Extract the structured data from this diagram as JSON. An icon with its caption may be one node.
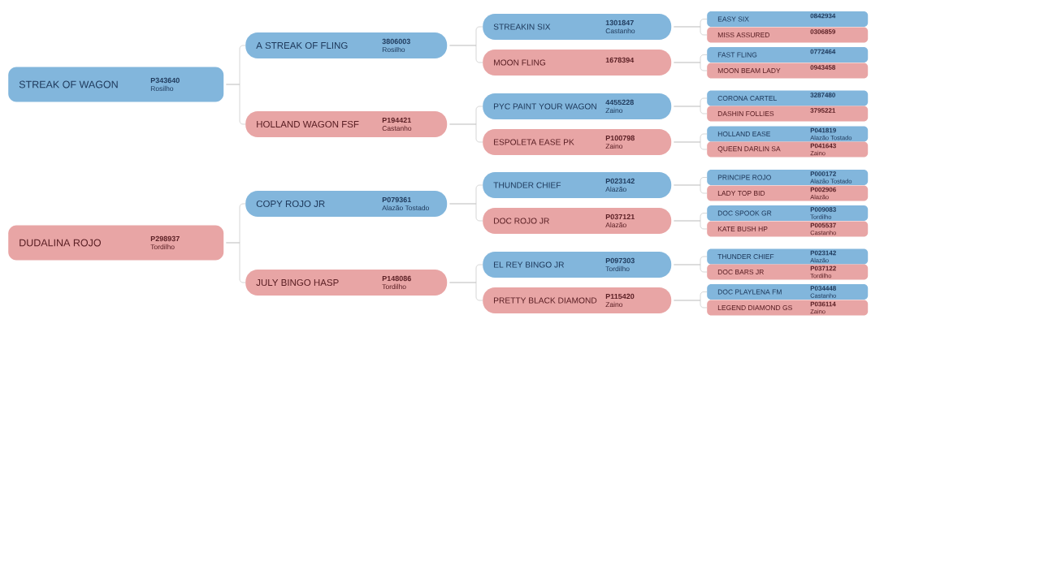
{
  "diagram": {
    "nodes": [
      {
        "text": [
          "STREAK OF WAGON",
          "P343640",
          "Rosilho"
        ]
      },
      {
        "text": [
          "DUDALINA ROJO",
          "P298937",
          "Tordilho"
        ]
      },
      {
        "text": [
          "A STREAK OF FLING",
          "3806003",
          "Rosilho"
        ]
      },
      {
        "text": [
          "HOLLAND WAGON FSF",
          "P194421",
          "Castanho"
        ]
      },
      {
        "text": [
          "COPY ROJO JR",
          "P079361",
          "Alazão Tostado"
        ]
      },
      {
        "text": [
          "JULY BINGO HASP",
          "P148086",
          "Tordilho"
        ]
      },
      {
        "text": [
          "STREAKIN SIX",
          "1301847",
          "Castanho"
        ]
      },
      {
        "text": [
          "MOON FLING",
          "1678394"
        ]
      },
      {
        "text": [
          "PYC PAINT YOUR WAGON",
          "4455228",
          "Zaino"
        ]
      },
      {
        "text": [
          "ESPOLETA EASE PK",
          "P100798",
          "Zaino"
        ]
      },
      {
        "text": [
          "THUNDER CHIEF",
          "P023142",
          "Alazão"
        ]
      },
      {
        "text": [
          "DOC ROJO JR",
          "P037121",
          "Alazão"
        ]
      },
      {
        "text": [
          "EL REY BINGO JR",
          "P097303",
          "Tordilho"
        ]
      },
      {
        "text": [
          "PRETTY BLACK DIAMOND",
          "P115420",
          "Zaino"
        ]
      },
      {
        "text": [
          "EASY SIX",
          "0842934"
        ]
      },
      {
        "text": [
          "MISS ASSURED",
          "0306859"
        ]
      },
      {
        "text": [
          "FAST FLING",
          "0772464"
        ]
      },
      {
        "text": [
          "MOON BEAM LADY",
          "0943458"
        ]
      },
      {
        "text": [
          "CORONA CARTEL",
          "3287480"
        ]
      },
      {
        "text": [
          "DASHIN FOLLIES",
          "3795221"
        ]
      },
      {
        "text": [
          "HOLLAND EASE",
          "P041819",
          "Alazão Tostado"
        ]
      },
      {
        "text": [
          "QUEEN DARLIN SA",
          "P041643",
          "Zaino"
        ]
      },
      {
        "text": [
          "PRINCIPE ROJO",
          "P000172",
          "Alazão Tostado"
        ]
      },
      {
        "text": [
          "LADY TOP BID",
          "P002906",
          "Alazão"
        ]
      },
      {
        "text": [
          "DOC SPOOK GR",
          "P009083",
          "Tordilho"
        ]
      },
      {
        "text": [
          "KATE BUSH HP",
          "P005537",
          "Castanho"
        ]
      },
      {
        "text": [
          "THUNDER CHIEF",
          "P023142",
          "Alazão"
        ]
      },
      {
        "text": [
          "DOC BARS JR",
          "P037122",
          "Tordilho"
        ]
      },
      {
        "text": [
          "DOC PLAYLENA FM",
          "P034448",
          "Castanho"
        ]
      },
      {
        "text": [
          "LEGEND DIAMOND GS",
          "P036114",
          "Zaino"
        ]
      }
    ],
    "edges": [
      {
        "from": 0,
        "to": 2,
        "arrow": "none"
      },
      {
        "from": 0,
        "to": 3,
        "arrow": "none"
      },
      {
        "from": 1,
        "to": 4,
        "arrow": "none"
      },
      {
        "from": 1,
        "to": 5,
        "arrow": "none"
      },
      {
        "from": 2,
        "to": 6,
        "arrow": "none"
      },
      {
        "from": 2,
        "to": 7,
        "arrow": "none"
      },
      {
        "from": 3,
        "to": 8,
        "arrow": "none"
      },
      {
        "from": 3,
        "to": 9,
        "arrow": "none"
      },
      {
        "from": 4,
        "to": 10,
        "arrow": "none"
      },
      {
        "from": 4,
        "to": 11,
        "arrow": "none"
      },
      {
        "from": 5,
        "to": 12,
        "arrow": "none"
      },
      {
        "from": 5,
        "to": 13,
        "arrow": "none"
      },
      {
        "from": 6,
        "to": 14,
        "arrow": "none"
      },
      {
        "from": 6,
        "to": 15,
        "arrow": "none"
      },
      {
        "from": 7,
        "to": 16,
        "arrow": "none"
      },
      {
        "from": 7,
        "to": 17,
        "arrow": "none"
      },
      {
        "from": 8,
        "to": 18,
        "arrow": "none"
      },
      {
        "from": 8,
        "to": 19,
        "arrow": "none"
      },
      {
        "from": 9,
        "to": 20,
        "arrow": "none"
      },
      {
        "from": 9,
        "to": 21,
        "arrow": "none"
      },
      {
        "from": 10,
        "to": 22,
        "arrow": "none"
      },
      {
        "from": 10,
        "to": 23,
        "arrow": "none"
      },
      {
        "from": 11,
        "to": 24,
        "arrow": "none"
      },
      {
        "from": 11,
        "to": 25,
        "arrow": "none"
      },
      {
        "from": 12,
        "to": 26,
        "arrow": "none"
      },
      {
        "from": 12,
        "to": 27,
        "arrow": "none"
      },
      {
        "from": 13,
        "to": 28,
        "arrow": "none"
      },
      {
        "from": 13,
        "to": 29,
        "arrow": "none"
      }
    ]
  }
}
